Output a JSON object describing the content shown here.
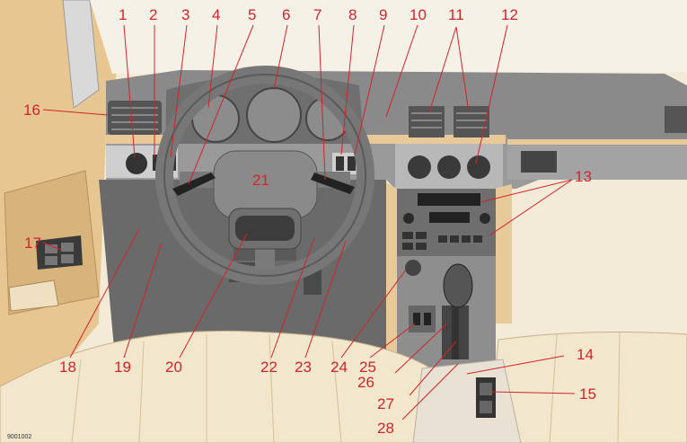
{
  "figure": {
    "code": "9001002"
  },
  "callouts": [
    {
      "id": "1",
      "label": "1"
    },
    {
      "id": "2",
      "label": "2"
    },
    {
      "id": "3",
      "label": "3"
    },
    {
      "id": "4",
      "label": "4"
    },
    {
      "id": "5",
      "label": "5"
    },
    {
      "id": "6",
      "label": "6"
    },
    {
      "id": "7",
      "label": "7"
    },
    {
      "id": "8",
      "label": "8"
    },
    {
      "id": "9",
      "label": "9"
    },
    {
      "id": "10",
      "label": "10"
    },
    {
      "id": "11",
      "label": "11"
    },
    {
      "id": "12",
      "label": "12"
    },
    {
      "id": "13",
      "label": "13"
    },
    {
      "id": "14",
      "label": "14"
    },
    {
      "id": "15",
      "label": "15"
    },
    {
      "id": "16",
      "label": "16"
    },
    {
      "id": "17",
      "label": "17"
    },
    {
      "id": "18",
      "label": "18"
    },
    {
      "id": "19",
      "label": "19"
    },
    {
      "id": "20",
      "label": "20"
    },
    {
      "id": "21",
      "label": "21"
    },
    {
      "id": "22",
      "label": "22"
    },
    {
      "id": "23",
      "label": "23"
    },
    {
      "id": "24",
      "label": "24"
    },
    {
      "id": "25",
      "label": "25"
    },
    {
      "id": "26",
      "label": "26"
    },
    {
      "id": "27",
      "label": "27"
    },
    {
      "id": "28",
      "label": "28"
    }
  ],
  "colors": {
    "callout": "#d2232a",
    "dash": "#8a8a8a",
    "dash_dark": "#5f5f5f",
    "panel_beige": "#e8c99a",
    "seat": "#f2e6cc",
    "floor": "#6a6a6a"
  }
}
